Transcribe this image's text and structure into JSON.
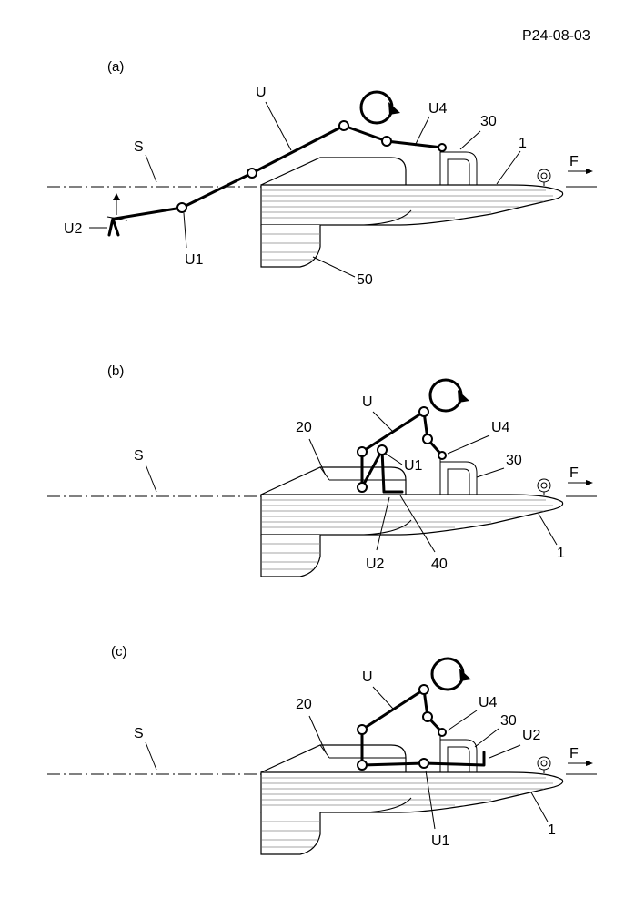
{
  "figure_id": "P24-08-03",
  "panels": [
    {
      "label": "(a)",
      "refs": {
        "surface": "S",
        "rider": "U",
        "feet": "U2",
        "knee": "U1",
        "elbow": "U4",
        "handle": "30",
        "board": "1",
        "fin": "50",
        "direction": "F"
      }
    },
    {
      "label": "(b)",
      "refs": {
        "surface": "S",
        "rider": "U",
        "deck": "20",
        "knee": "U1",
        "elbow": "U4",
        "handle": "30",
        "feet": "U2",
        "footrest": "40",
        "board": "1",
        "direction": "F"
      }
    },
    {
      "label": "(c)",
      "refs": {
        "surface": "S",
        "rider": "U",
        "deck": "20",
        "elbow": "U4",
        "handle": "30",
        "feet": "U2",
        "knee": "U1",
        "board": "1",
        "direction": "F"
      }
    }
  ]
}
